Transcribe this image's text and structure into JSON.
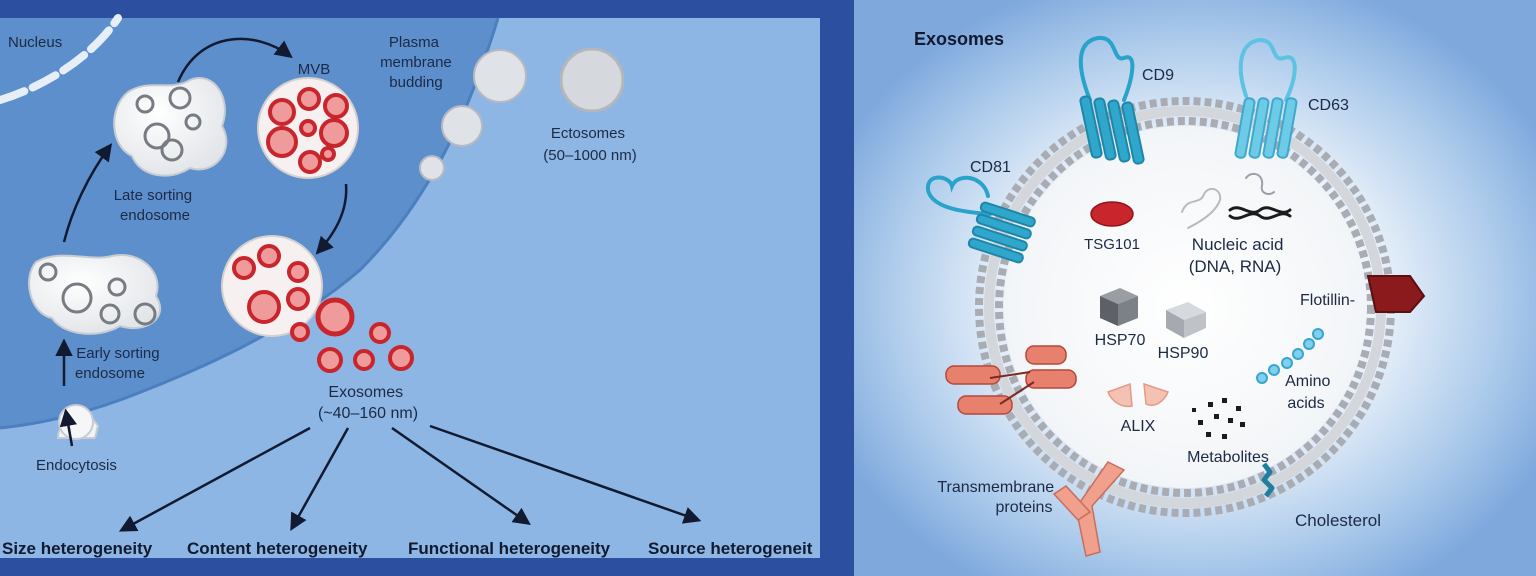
{
  "left_panel": {
    "nucleus": "Nucleus",
    "mvb": "MVB",
    "plasma_membrane": [
      "Plasma",
      "membrane",
      "budding"
    ],
    "late_endosome": [
      "Late sorting",
      "endosome"
    ],
    "early_endosome": [
      "Early sorting",
      "endosome"
    ],
    "endocytosis": "Endocytosis",
    "ectosomes": [
      "Ectosomes",
      "(50–1000 nm)"
    ],
    "exosomes": [
      "Exosomes",
      "(~40–160 nm)"
    ],
    "heterogeneity": [
      "Size heterogeneity",
      "Content heterogeneity",
      "Functional heterogeneity",
      "Source heterogeneit"
    ]
  },
  "right_panel": {
    "title": "Exosomes",
    "cd9": "CD9",
    "cd63": "CD63",
    "cd81": "CD81",
    "tsg101": "TSG101",
    "nucleic_acid": [
      "Nucleic acid",
      "(DNA, RNA)"
    ],
    "flotillin": "Flotillin-",
    "hsp70": "HSP70",
    "hsp90": "HSP90",
    "amino_acids": [
      "Amino",
      "acids"
    ],
    "alix": "ALIX",
    "metabolites": "Metabolites",
    "transmembrane": [
      "Transmembrane",
      "proteins"
    ],
    "cholesterol": "Cholesterol"
  },
  "colors": {
    "frame": "#2d4f9f",
    "left_bg": "#8db6e4",
    "cell": "#5d8fcc",
    "exosome_red": "#c8252d",
    "tetraspanin": "#29a3c9",
    "membrane_grey": "#a9adb3"
  }
}
